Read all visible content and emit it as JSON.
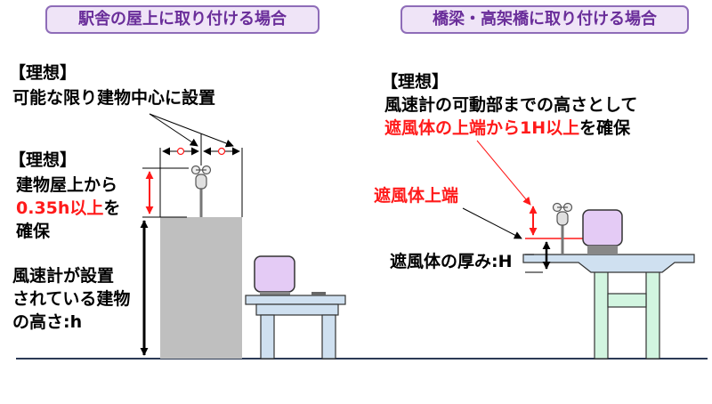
{
  "left": {
    "title": "駅舎の屋上に取り付ける場合",
    "ideal1_label": "【理想】",
    "ideal1_text": "可能な限り建物中心に設置",
    "ideal2_label": "【理想】",
    "ideal2_line1": "建物屋上から",
    "ideal2_line2_red": "0.35h以上",
    "ideal2_line2_rest": "を",
    "ideal2_line3": "確保",
    "height_line1": "風速計が設置",
    "height_line2": "されている建物",
    "height_line3": "の高さ:h"
  },
  "right": {
    "title": "橋梁・高架橋に取り付ける場合",
    "ideal_label": "【理想】",
    "ideal_line1": "風速計の可動部までの高さとして",
    "ideal_line2_red": "遮風体の上端から1H以上",
    "ideal_line2_rest": "を確保",
    "top_label": "遮風体上端",
    "thickness_label": "遮風体の厚み:H"
  },
  "colors": {
    "accent_red": "#ff1a1a",
    "title_text": "#6a2e9a",
    "title_bg": "#efe4f7",
    "title_border": "#8e6cb8",
    "building": "#bfbfbf",
    "train_body": "#e4cbf5",
    "structure": "#cfe0f0",
    "pillar": "#d2f5e0"
  }
}
